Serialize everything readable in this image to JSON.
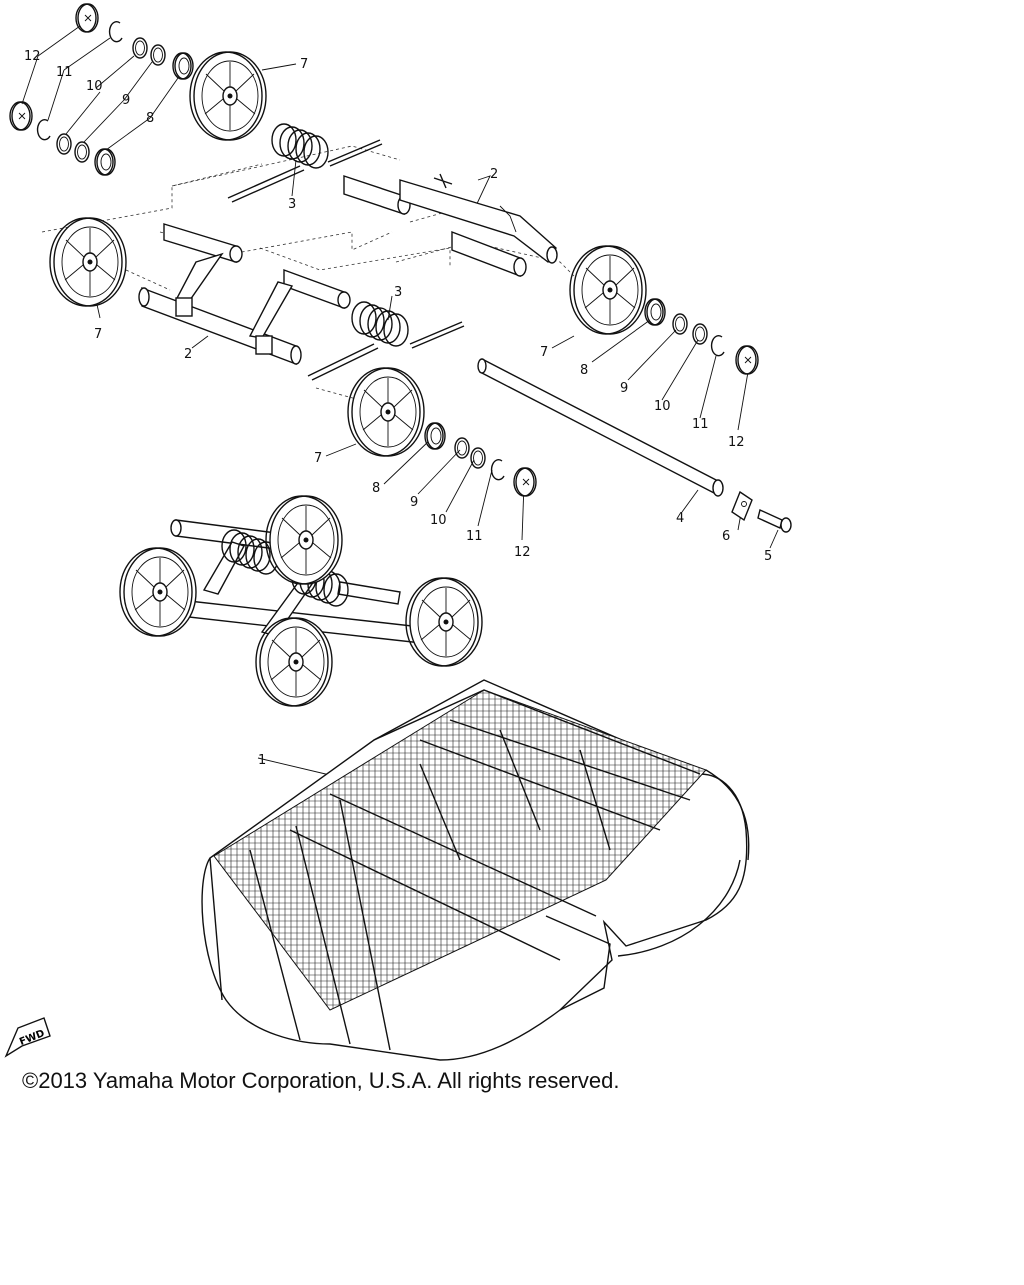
{
  "callouts": {
    "c1": "1",
    "c2a": "2",
    "c2b": "2",
    "c3a": "3",
    "c3b": "3",
    "c4": "4",
    "c5": "5",
    "c6": "6",
    "c7a": "7",
    "c7b": "7",
    "c7c": "7",
    "c7d": "7",
    "c8a": "8",
    "c8b": "8",
    "c8c": "8",
    "c9a": "9",
    "c9b": "9",
    "c9c": "9",
    "c10a": "10",
    "c10b": "10",
    "c10c": "10",
    "c11a": "11",
    "c11b": "11",
    "c11c": "11",
    "c12a": "12",
    "c12b": "12",
    "c12c": "12"
  },
  "fwd_label": "FWD",
  "copyright": "©2013 Yamaha Motor Corporation, U.S.A. All rights reserved."
}
